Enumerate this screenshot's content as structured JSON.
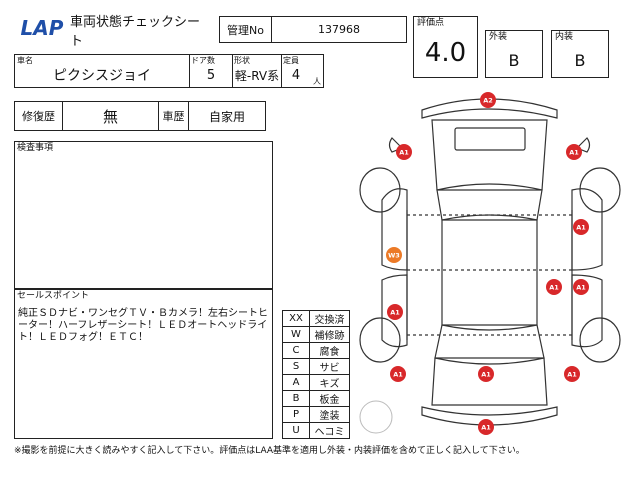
{
  "header": {
    "logo_text": "LAP",
    "title": "車両状態チェックシート",
    "mgmt_label": "管理No",
    "mgmt_value": "137968",
    "score_label": "評価点",
    "score_value": "4.0",
    "exterior_label": "外装",
    "exterior_value": "B",
    "interior_label": "内装",
    "interior_value": "B"
  },
  "vehicle": {
    "name_label": "車名",
    "name_value": "ピクシスジョイ",
    "doors_label": "ドア数",
    "doors_value": "5",
    "shape_label": "形状",
    "shape_value": "軽-RV系",
    "capacity_label": "定員",
    "capacity_value": "4",
    "capacity_unit": "人"
  },
  "history": {
    "repair_label": "修復歴",
    "repair_value": "無",
    "record_label": "車歴",
    "record_value": "自家用"
  },
  "inspection": {
    "label": "検査事項",
    "text": ""
  },
  "sales": {
    "label": "セールスポイント",
    "text": "純正ＳＤナビ・ワンセグＴＶ・Ｂカメラ！左右シートヒーター！ハーフレザーシート！ＬＥＤオートヘッドライト！ＬＥＤフォグ！ＥＴＣ！"
  },
  "legend": [
    {
      "code": "XX",
      "meaning": "交換済"
    },
    {
      "code": "W",
      "meaning": "補修跡"
    },
    {
      "code": "C",
      "meaning": "腐食"
    },
    {
      "code": "S",
      "meaning": "サビ"
    },
    {
      "code": "A",
      "meaning": "キズ"
    },
    {
      "code": "B",
      "meaning": "板金"
    },
    {
      "code": "P",
      "meaning": "塗装"
    },
    {
      "code": "U",
      "meaning": "ヘコミ"
    }
  ],
  "footer": "※撮影を前提に大きく読みやすく記入して下さい。評価点はLAA基準を適用し外装・内装評価を含めて正しく記入して下さい。",
  "colors": {
    "red": "#d8282a",
    "orange": "#ec7a27",
    "logo_blue": "#1f4fa8"
  },
  "damage_marks": [
    {
      "label": "A2",
      "color": "red"
    },
    {
      "label": "A1",
      "color": "red"
    },
    {
      "label": "A1",
      "color": "red"
    },
    {
      "label": "A1",
      "color": "red"
    },
    {
      "label": "W3",
      "color": "orange"
    },
    {
      "label": "A1",
      "color": "red"
    },
    {
      "label": "A1",
      "color": "red"
    },
    {
      "label": "A1",
      "color": "red"
    },
    {
      "label": "A1",
      "color": "red"
    },
    {
      "label": "A1",
      "color": "red"
    },
    {
      "label": "A1",
      "color": "red"
    },
    {
      "label": "A1",
      "color": "red"
    }
  ]
}
